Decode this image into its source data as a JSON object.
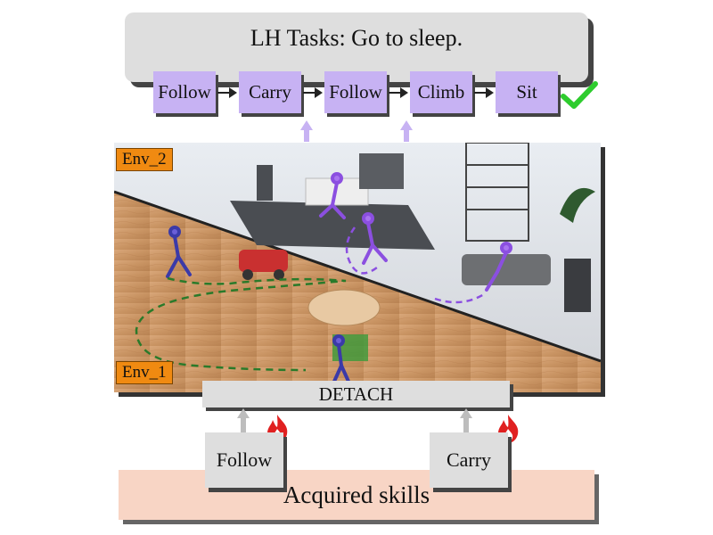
{
  "header": {
    "title": "LH Tasks: Go to sleep."
  },
  "task_chain": [
    {
      "label": "Follow"
    },
    {
      "label": "Carry"
    },
    {
      "label": "Follow"
    },
    {
      "label": "Climb"
    },
    {
      "label": "Sit"
    }
  ],
  "success_icon": "check-mark-icon",
  "environments": {
    "env2_label": "Env_2",
    "env1_label": "Env_1"
  },
  "detach": {
    "label": "DETACH"
  },
  "acquired_skills": {
    "follow_label": "Follow",
    "carry_label": "Carry",
    "fire_icon": "fire-icon",
    "footer_label": "Acquired skills"
  },
  "colors": {
    "skill_purple": "#c7b2f3",
    "env_orange": "#f08a11",
    "box_gray": "#dedede",
    "acquired_peach": "#f8d5c5",
    "check_green": "#2ecc2e",
    "fire_red": "#e02020",
    "path_purple": "#8b4fe0",
    "path_green": "#2a7a2a"
  }
}
